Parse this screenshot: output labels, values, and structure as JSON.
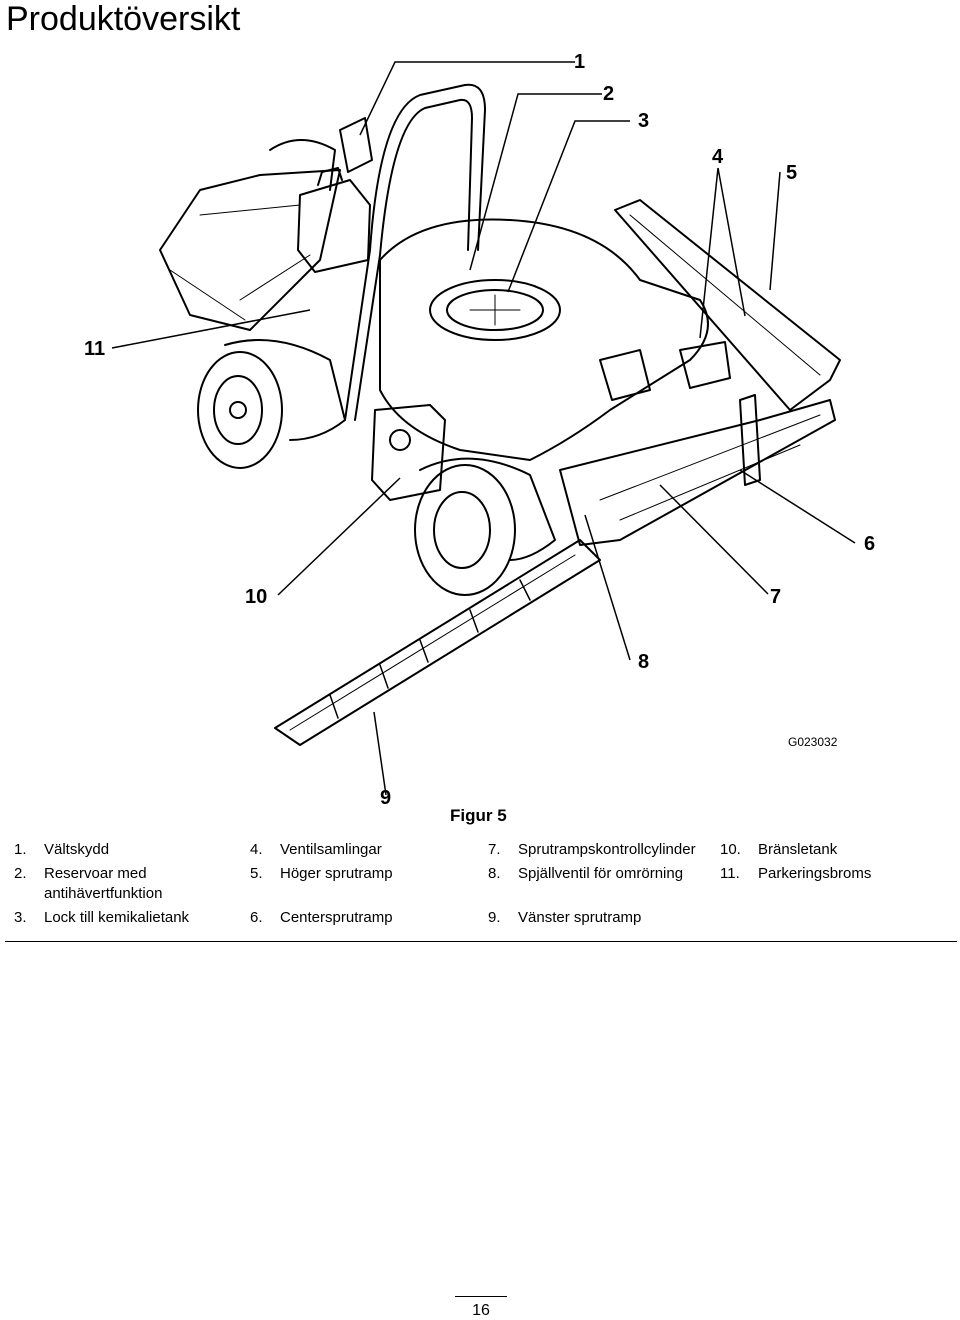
{
  "page": {
    "title": "Produktöversikt",
    "figure_code": "G023032",
    "caption": "Figur 5",
    "page_number": "16"
  },
  "callouts": [
    "1",
    "2",
    "3",
    "4",
    "5",
    "6",
    "7",
    "8",
    "9",
    "10",
    "11"
  ],
  "legend": [
    [
      {
        "num": "1.",
        "text": "Vältskydd"
      },
      {
        "num": "2.",
        "text": "Reservoar med antihävertfunktion"
      },
      {
        "num": "3.",
        "text": "Lock till kemikalietank"
      }
    ],
    [
      {
        "num": "4.",
        "text": "Ventilsamlingar"
      },
      {
        "num": "5.",
        "text": "Höger sprutramp"
      },
      {
        "num": "6.",
        "text": "Centersprutramp"
      }
    ],
    [
      {
        "num": "7.",
        "text": "Sprutrampskontrollcylinder"
      },
      {
        "num": "8.",
        "text": "Spjällventil för omrörning"
      },
      {
        "num": "9.",
        "text": "Vänster sprutramp"
      }
    ],
    [
      {
        "num": "10.",
        "text": "Bränsletank"
      },
      {
        "num": "11.",
        "text": "Parkeringsbroms"
      }
    ]
  ]
}
